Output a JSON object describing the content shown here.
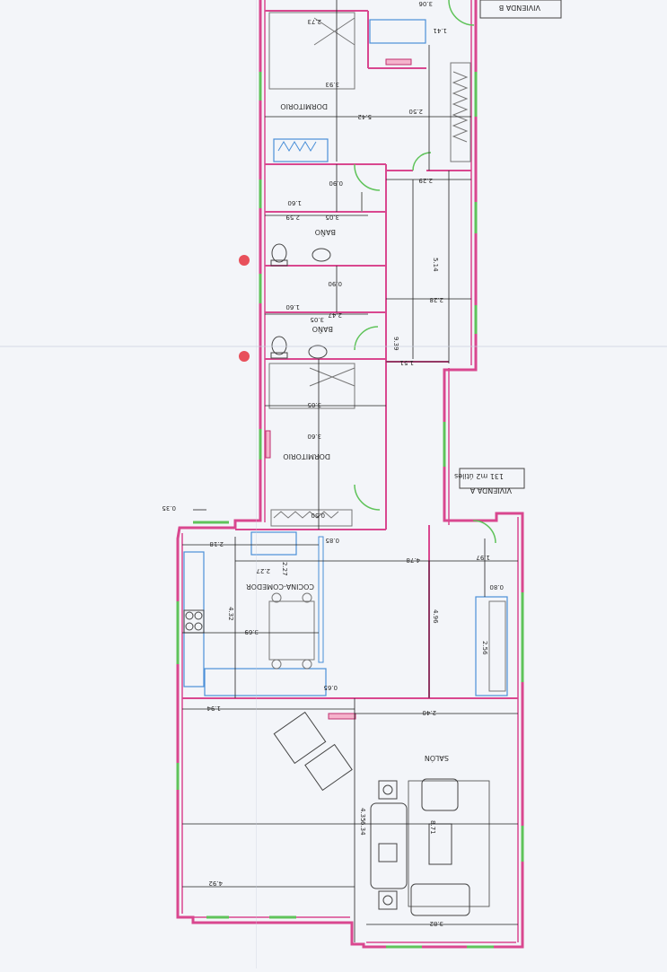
{
  "plan": {
    "units": [
      {
        "name": "VIVIENDA B",
        "area": ""
      },
      {
        "name": "VIVIENDA A",
        "area": "131 m2 útiles"
      }
    ],
    "rooms": {
      "dormitorio_top": "DORMITORIO",
      "bano_top": "BAÑO",
      "bano_mid": "BAÑO",
      "dormitorio_mid": "DORMITORIO",
      "cocina": "COCINA-COMEDOR",
      "salon": "SALÓN"
    },
    "dimensions": [
      "3.06",
      "2.73",
      "1.41",
      "3.93",
      "5.42",
      "2.50",
      "0.90",
      "2.29",
      "1.60",
      "3.05",
      "2.59",
      "5.14",
      "0.90",
      "2.28",
      "2.47",
      "1.60",
      "3.05",
      "9.39",
      "1.51",
      "3.05",
      "3.60",
      "0.50",
      "0.35",
      "2.18",
      "0.85",
      "4.78",
      "1.97",
      "2.27",
      "2.27",
      "0.80",
      "4.32",
      "3.69",
      "4.96",
      "2.56",
      "0.65",
      "1.94",
      "2.40",
      "4.35",
      "6.34",
      "8.71",
      "4.92",
      "3.82"
    ],
    "colors": {
      "wall": "#d9478f",
      "window": "#5fc35a",
      "dimension": "#222222",
      "furniture": "#4a8fd8",
      "marker": "#e8505b"
    }
  }
}
